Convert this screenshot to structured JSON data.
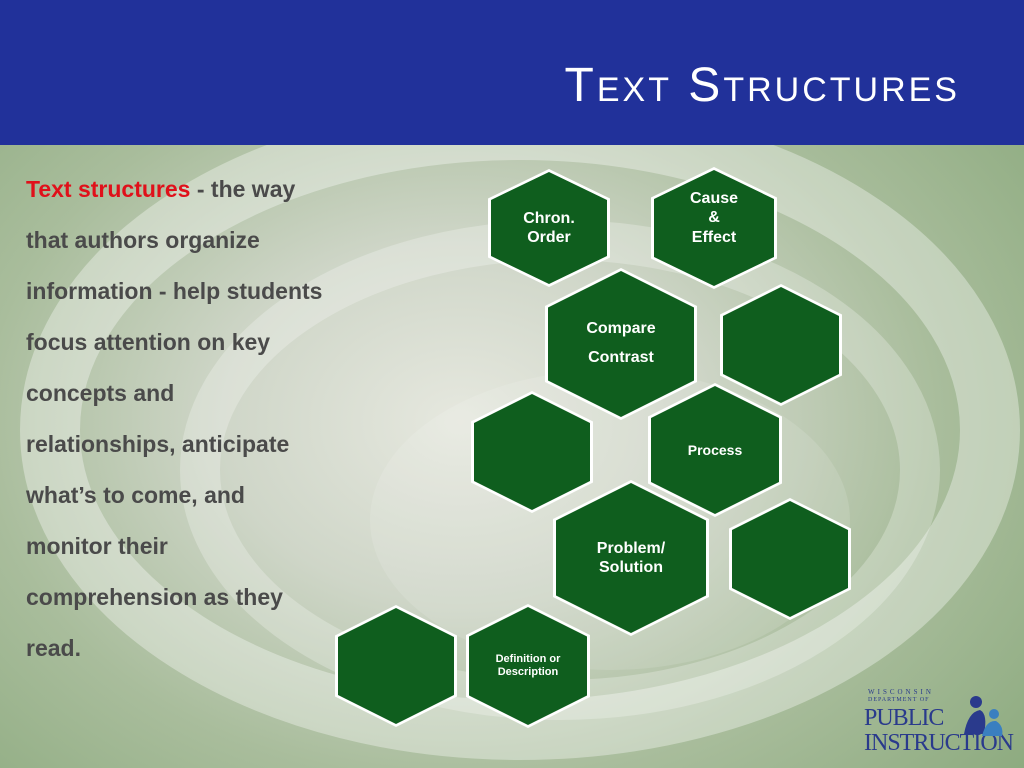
{
  "header": {
    "title": "Text Structures"
  },
  "definition": {
    "term": "Text structures",
    "text": " - the way that authors organize information - help students focus attention on key concepts and relationships, anticipate what’s to come, and monitor their comprehension as they read."
  },
  "hexagons": [
    {
      "label": "Chron.\nOrder"
    },
    {
      "label": "Cause\n&\nEffect"
    },
    {
      "label": "Compare\nContrast"
    },
    {
      "label": ""
    },
    {
      "label": ""
    },
    {
      "label": "Process"
    },
    {
      "label": "Problem/\nSolution"
    },
    {
      "label": ""
    },
    {
      "label": ""
    },
    {
      "label": "Definition or\nDescription"
    }
  ],
  "logo": {
    "line1": "WISCONSIN",
    "line2": "DEPARTMENT OF",
    "line3": "PUBLIC",
    "line4": "INSTRUCTION"
  },
  "colors": {
    "header": "#21319a",
    "hexagon": "#0f5e1e",
    "term": "#e0101a"
  }
}
